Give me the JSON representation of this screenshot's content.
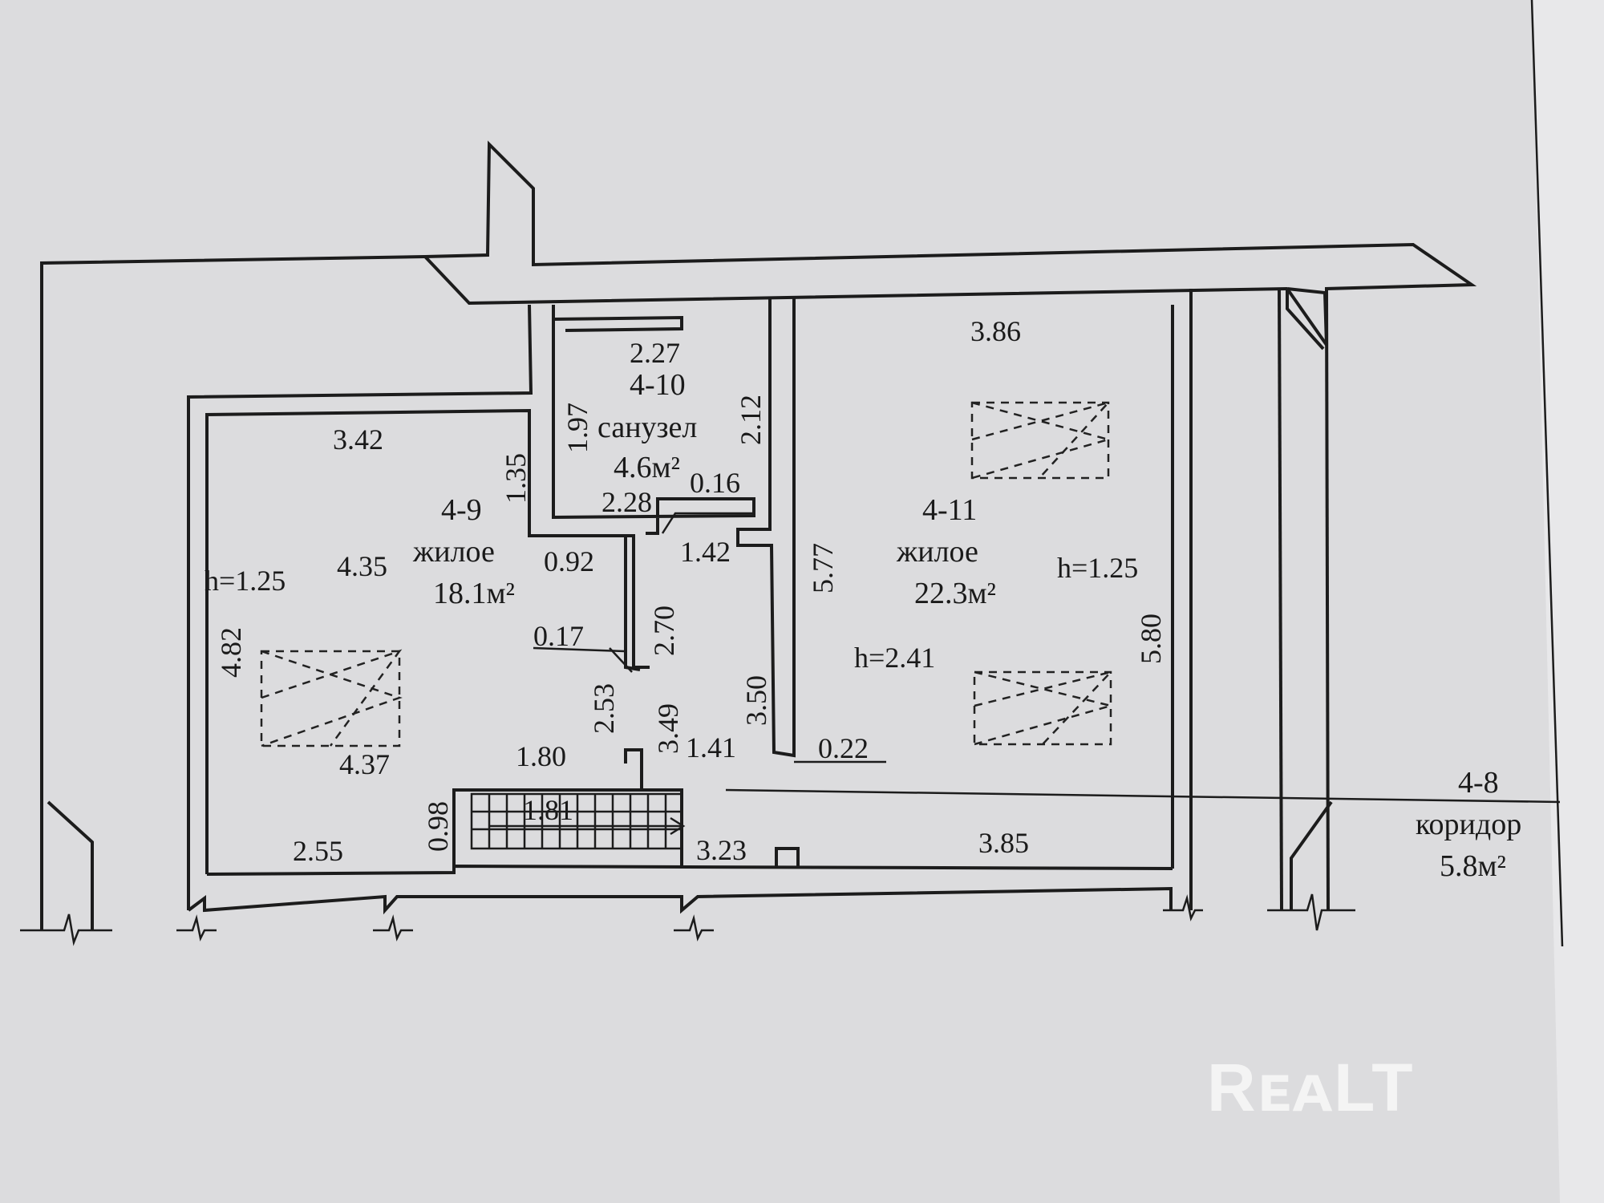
{
  "rooms": [
    {
      "id": "4-9",
      "number": "4-9",
      "type": "жилое",
      "area": "18.1м²"
    },
    {
      "id": "4-10",
      "number": "4-10",
      "type": "санузел",
      "area": "4.6м²"
    },
    {
      "id": "4-11",
      "number": "4-11",
      "type": "жилое",
      "area": "22.3м²"
    },
    {
      "id": "4-8",
      "number": "4-8",
      "type": "коридор",
      "area": "5.8м²"
    }
  ],
  "heights": {
    "left": "h=1.25",
    "right": "h=1.25",
    "center": "h=2.41"
  },
  "dimensions": {
    "d_3_42": "3.42",
    "d_1_35": "1.35",
    "d_4_35": "4.35",
    "d_4_82": "4.82",
    "d_4_37": "4.37",
    "d_2_55": "2.55",
    "d_0_98": "0.98",
    "d_1_80": "1.80",
    "d_1_81": "1.81",
    "d_2_27": "2.27",
    "d_1_97": "1.97",
    "d_2_12": "2.12",
    "d_2_28": "2.28",
    "d_0_16": "0.16",
    "d_0_92": "0.92",
    "d_1_42": "1.42",
    "d_0_17": "0.17",
    "d_2_70": "2.70",
    "d_2_53": "2.53",
    "d_3_49": "3.49",
    "d_3_50": "3.50",
    "d_1_41": "1.41",
    "d_5_77": "5.77",
    "d_0_22": "0.22",
    "d_3_86": "3.86",
    "d_5_80": "5.80",
    "d_3_23": "3.23",
    "d_3_85": "3.85"
  },
  "watermark": "RᴇᴀLT"
}
